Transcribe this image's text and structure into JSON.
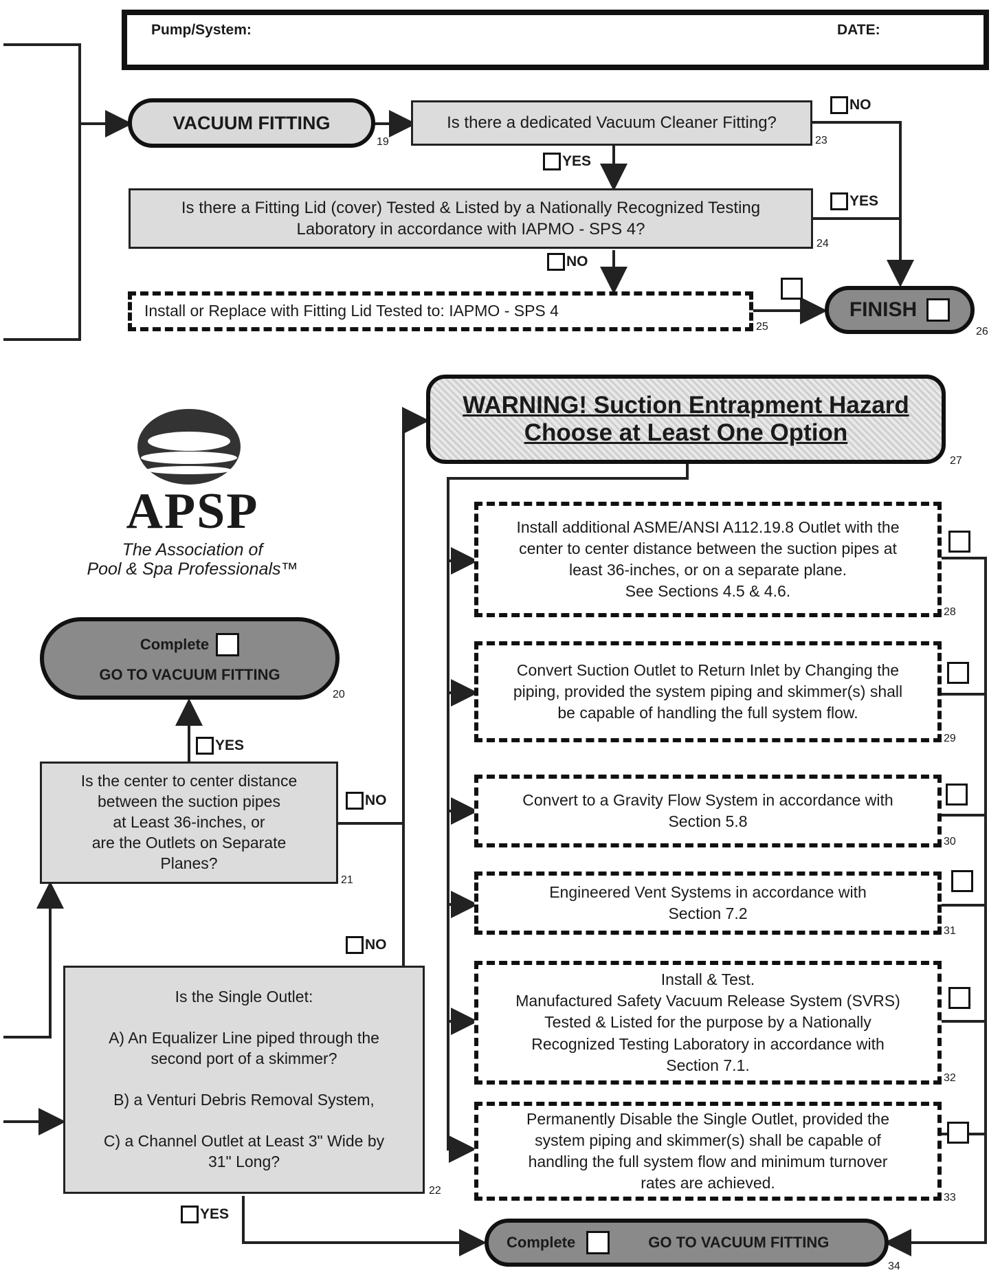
{
  "header": {
    "pump_label": "Pump/System:",
    "date_label": "DATE:"
  },
  "vacuum": {
    "title": "VACUUM FITTING",
    "title_num": "19",
    "q23": "Is there a dedicated Vacuum Cleaner Fitting?",
    "q23_num": "23",
    "q24_line1": "Is there a Fitting Lid (cover) Tested & Listed by a Nationally Recognized Testing",
    "q24_line2": "Laboratory in accordance with IAPMO - SPS 4?",
    "q24_num": "24",
    "b25": "Install or Replace with Fitting Lid Tested to: IAPMO - SPS 4",
    "b25_num": "25",
    "finish": "FINISH",
    "finish_num": "26"
  },
  "labels": {
    "yes": "YES",
    "no": "NO"
  },
  "logo": {
    "name": "APSP",
    "sub1": "The Association of",
    "sub2": "Pool & Spa Professionals™"
  },
  "warning": {
    "line1": "WARNING! Suction Entrapment Hazard",
    "line2": "Choose at Least One Option",
    "num": "27"
  },
  "complete20": {
    "complete": "Complete",
    "goto": "GO TO VACUUM FITTING",
    "num": "20"
  },
  "q21": {
    "l1": "Is the center to center distance",
    "l2": "between the suction pipes",
    "l3": "at Least 36-inches, or",
    "l4": "are the Outlets on Separate",
    "l5": "Planes?",
    "num": "21"
  },
  "q22": {
    "l1": "Is the Single Outlet:",
    "a1": "A)  An Equalizer Line piped through the",
    "a2": "second port of a skimmer?",
    "b": "B) a Venturi Debris Removal System,",
    "c1": "C)  a Channel Outlet at Least 3\" Wide by",
    "c2": "31\" Long?",
    "num": "22"
  },
  "options": [
    {
      "lines": [
        "Install additional ASME/ANSI A112.19.8 Outlet with the",
        "center to center distance between the suction pipes at",
        "least 36-inches, or on a separate plane.",
        "See Sections 4.5 & 4.6."
      ],
      "num": "28"
    },
    {
      "lines": [
        "Convert Suction Outlet to Return Inlet by Changing the",
        "piping, provided the system piping and skimmer(s) shall",
        "be capable of handling the full system flow."
      ],
      "num": "29"
    },
    {
      "lines": [
        "Convert to a Gravity Flow System in accordance with",
        "Section 5.8"
      ],
      "num": "30"
    },
    {
      "lines": [
        "Engineered Vent Systems in accordance with",
        "Section 7.2"
      ],
      "num": "31"
    },
    {
      "lines": [
        "Install & Test.",
        "Manufactured Safety Vacuum Release System (SVRS)",
        "Tested & Listed for the purpose by a Nationally",
        "Recognized Testing Laboratory in accordance with",
        "Section 7.1."
      ],
      "num": "32"
    },
    {
      "lines": [
        "Permanently Disable the Single Outlet, provided the",
        "system piping and skimmer(s) shall be capable of",
        "handling the full system flow and minimum turnover",
        "rates are achieved."
      ],
      "num": "33"
    }
  ],
  "complete34": {
    "complete": "Complete",
    "goto": "GO TO VACUUM FITTING",
    "num": "34"
  }
}
